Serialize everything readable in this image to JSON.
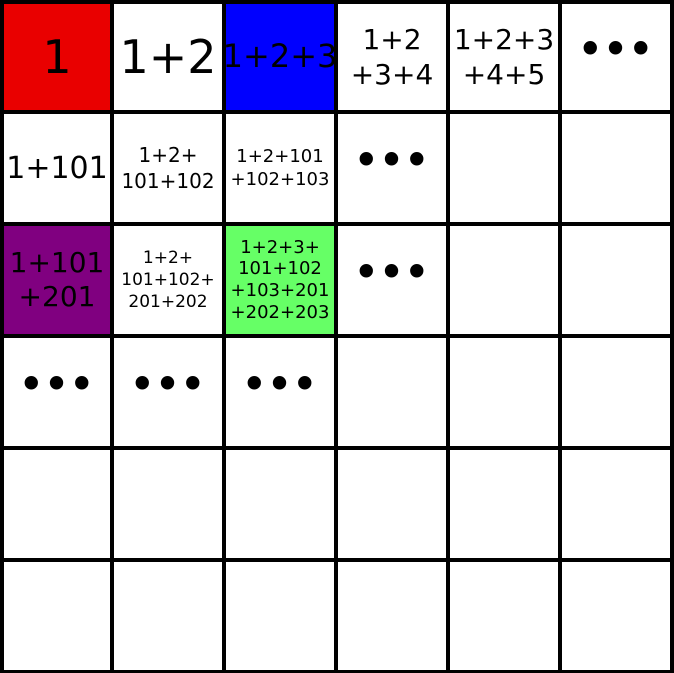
{
  "colors": {
    "red": "#e90000",
    "blue": "#0000ff",
    "purple": "#800080",
    "green": "#66ff66",
    "white": "#ffffff",
    "grid": "#000000"
  },
  "grid": {
    "rows": [
      [
        {
          "text": "1",
          "fill": "red"
        },
        {
          "text": "1+2",
          "fill": "white"
        },
        {
          "text": "1+2+3",
          "fill": "blue"
        },
        {
          "text": "1+2\n+3+4",
          "fill": "white"
        },
        {
          "text": "1+2+3\n+4+5",
          "fill": "white"
        },
        {
          "text": "•••",
          "fill": "white",
          "ellipsis": true
        }
      ],
      [
        {
          "text": "1+101",
          "fill": "white"
        },
        {
          "text": "1+2+\n101+102",
          "fill": "white"
        },
        {
          "text": "1+2+101\n+102+103",
          "fill": "white"
        },
        {
          "text": "•••",
          "fill": "white",
          "ellipsis": true
        },
        {
          "text": "",
          "fill": "white"
        },
        {
          "text": "",
          "fill": "white"
        }
      ],
      [
        {
          "text": "1+101\n+201",
          "fill": "purple"
        },
        {
          "text": "1+2+\n101+102+\n201+202",
          "fill": "white"
        },
        {
          "text": "1+2+3+\n101+102\n+103+201\n+202+203",
          "fill": "green"
        },
        {
          "text": "•••",
          "fill": "white",
          "ellipsis": true
        },
        {
          "text": "",
          "fill": "white"
        },
        {
          "text": "",
          "fill": "white"
        }
      ],
      [
        {
          "text": "•••",
          "fill": "white",
          "ellipsis": true
        },
        {
          "text": "•••",
          "fill": "white",
          "ellipsis": true
        },
        {
          "text": "•••",
          "fill": "white",
          "ellipsis": true
        },
        {
          "text": "",
          "fill": "white"
        },
        {
          "text": "",
          "fill": "white"
        },
        {
          "text": "",
          "fill": "white"
        }
      ],
      [
        {
          "text": "",
          "fill": "white"
        },
        {
          "text": "",
          "fill": "white"
        },
        {
          "text": "",
          "fill": "white"
        },
        {
          "text": "",
          "fill": "white"
        },
        {
          "text": "",
          "fill": "white"
        },
        {
          "text": "",
          "fill": "white"
        }
      ],
      [
        {
          "text": "",
          "fill": "white"
        },
        {
          "text": "",
          "fill": "white"
        },
        {
          "text": "",
          "fill": "white"
        },
        {
          "text": "",
          "fill": "white"
        },
        {
          "text": "",
          "fill": "white"
        },
        {
          "text": "",
          "fill": "white"
        }
      ]
    ]
  }
}
